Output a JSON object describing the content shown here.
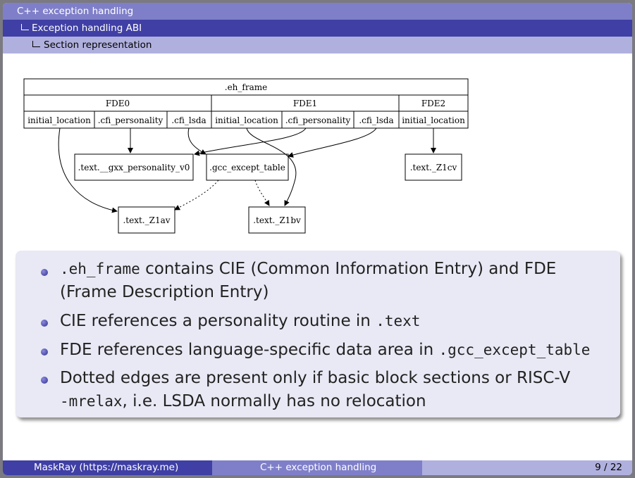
{
  "header": {
    "section": "C++ exception handling",
    "subsection": "Exception handling ABI",
    "subsubsection": "Section representation"
  },
  "diagram": {
    "top": ".eh_frame",
    "groups": [
      "FDE0",
      "FDE1",
      "FDE2"
    ],
    "fields": [
      "initial_location",
      ".cfi_personality",
      ".cfi_lsda",
      "initial_location",
      ".cfi_personality",
      ".cfi_lsda",
      "initial_location"
    ],
    "nodes": {
      "personality": ".text.__gxx_personality_v0",
      "except_table": ".gcc_except_table",
      "z1cv": ".text._Z1cv",
      "z1av": ".text._Z1av",
      "z1bv": ".text._Z1bv"
    }
  },
  "bullets": [
    {
      "code": ".eh_frame",
      "line1": " contains CIE (Common Information Entry) and FDE",
      "line2": "(Frame Description Entry)"
    },
    {
      "text": "CIE references a personality routine in ",
      "code": ".text"
    },
    {
      "text": "FDE references language-specific data area in ",
      "code": ".gcc_except_table"
    },
    {
      "line1": "Dotted edges are present only if basic block sections or RISC-V",
      "code": "-mrelax",
      "line2": ", i.e. LSDA normally has no relocation"
    }
  ],
  "footer": {
    "author": "MaskRay  (https://maskray.me)",
    "title": "C++ exception handling",
    "page": "9 / 22"
  }
}
